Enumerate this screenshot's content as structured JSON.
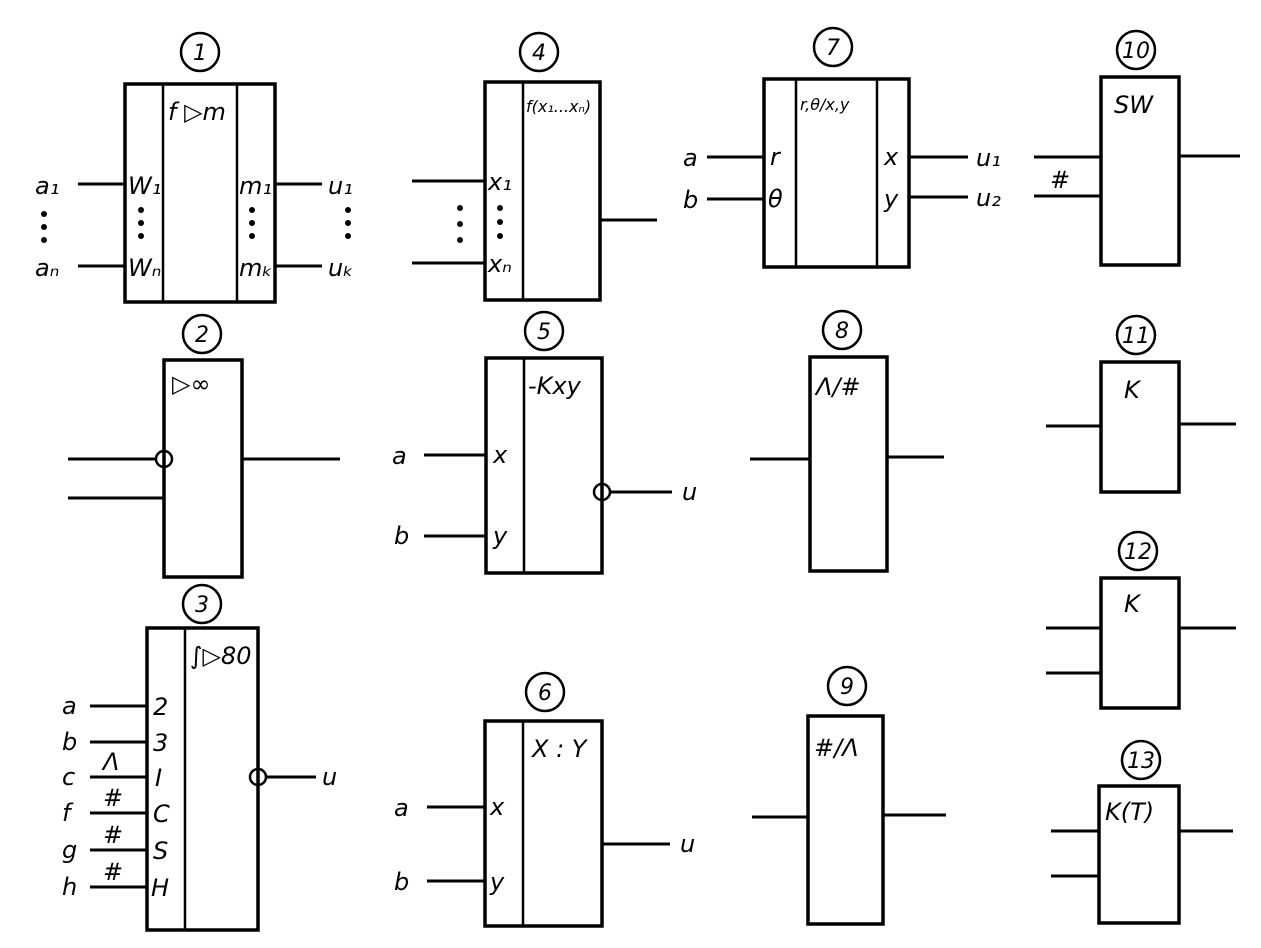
{
  "b1": {
    "num": "1",
    "func": "f ▷m",
    "in": [
      "a₁",
      "aₙ"
    ],
    "w": [
      "W₁",
      "Wₙ"
    ],
    "m": [
      "m₁",
      "mₖ"
    ],
    "out": [
      "u₁",
      "uₖ"
    ]
  },
  "b2": {
    "num": "2",
    "func": "▷∞"
  },
  "b3": {
    "num": "3",
    "func": "∫▷80",
    "in": [
      "a",
      "b",
      "c",
      "f",
      "g",
      "h"
    ],
    "pins": [
      "2",
      "3",
      "I",
      "C",
      "S",
      "H"
    ],
    "marks": [
      "Λ",
      "#",
      "#",
      "#"
    ],
    "out": "u"
  },
  "b4": {
    "num": "4",
    "func": "f(x₁...xₙ)",
    "pins": [
      "x₁",
      "xₙ"
    ]
  },
  "b5": {
    "num": "5",
    "func": "-Kxy",
    "in": [
      "a",
      "b"
    ],
    "pins": [
      "x",
      "y"
    ],
    "out": "u"
  },
  "b6": {
    "num": "6",
    "func": "X : Y",
    "in": [
      "a",
      "b"
    ],
    "pins": [
      "x",
      "y"
    ],
    "out": "u"
  },
  "b7": {
    "num": "7",
    "func": "r,θ/x,y",
    "in": [
      "a",
      "b"
    ],
    "pins_in": [
      "r",
      "θ"
    ],
    "pins_out": [
      "x",
      "y"
    ],
    "out": [
      "u₁",
      "u₂"
    ]
  },
  "b8": {
    "num": "8",
    "func": "Λ/#"
  },
  "b9": {
    "num": "9",
    "func": "#/Λ"
  },
  "b10": {
    "num": "10",
    "func": "SW",
    "mark": "#"
  },
  "b11": {
    "num": "11",
    "func": "K"
  },
  "b12": {
    "num": "12",
    "func": "K"
  },
  "b13": {
    "num": "13",
    "func": "K(T)"
  }
}
